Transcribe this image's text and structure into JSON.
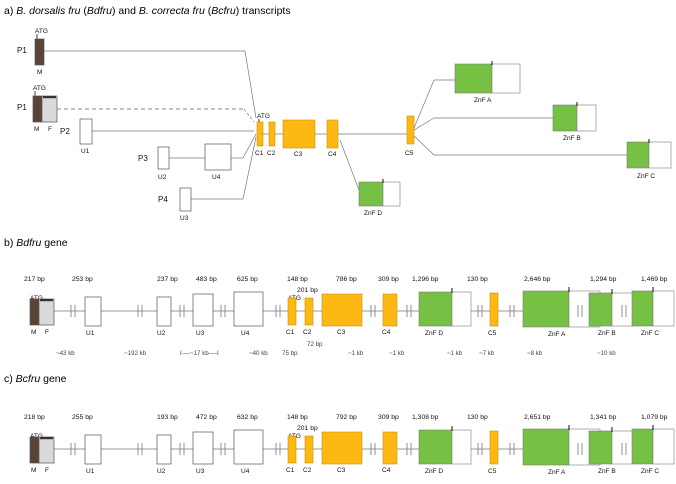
{
  "figure": {
    "panels": [
      {
        "id": "a",
        "prefix": "a)",
        "title_parts": [
          "B. dorsalis fru",
          " (",
          "Bdfru",
          ") and ",
          "B. correcta fru",
          " (",
          "Bcfru",
          ") transcripts"
        ],
        "title_plain": "a) B. dorsalis fru (Bdfru) and B. correcta fru (Bcfru) transcripts"
      },
      {
        "id": "b",
        "prefix": "b)",
        "gene": "Bdfru",
        "suffix": " gene",
        "title_plain": "b) Bdfru gene"
      },
      {
        "id": "c",
        "prefix": "c)",
        "gene": "Bcfru",
        "suffix": " gene",
        "title_plain": "c) Bcfru gene"
      }
    ]
  },
  "colors": {
    "exon_yellow": "#FDB813",
    "exon_green": "#76C043",
    "exon_white": "#FFFFFF",
    "exon_dark": "#5A4438",
    "exon_gray": "#D9D9D9",
    "line": "#6E6E6E",
    "text": "#111111"
  },
  "panel_a": {
    "promoters": [
      "P1",
      "P1",
      "P2",
      "P3",
      "P4"
    ],
    "start_codon_label": "ATG",
    "sex_labels": {
      "male": "M",
      "female": "F"
    },
    "first_exon_labels": [
      {
        "promoter": "P1",
        "atg": "ATG",
        "sublabels": [
          "M"
        ]
      },
      {
        "promoter": "P1",
        "atg": "ATG",
        "sublabels": [
          "M",
          "F"
        ]
      }
    ],
    "upstream_exons": [
      {
        "promoter": "P2",
        "label": "U1"
      },
      {
        "promoter": "P3",
        "label": "U2"
      },
      {
        "promoter": "P3",
        "label": "U4"
      },
      {
        "promoter": "P4",
        "label": "U3"
      }
    ],
    "common_exons": [
      {
        "label": "C1",
        "atg": "ATG"
      },
      {
        "label": "C2"
      },
      {
        "label": "C3"
      },
      {
        "label": "C4"
      },
      {
        "label": "C5"
      }
    ],
    "znf_exons": [
      "ZnF A",
      "ZnF B",
      "ZnF C",
      "ZnF D"
    ]
  },
  "panel_b": {
    "exons": [
      {
        "label": "MF",
        "m": "M",
        "f": "F",
        "atg": "ATG",
        "bp": "217 bp"
      },
      {
        "label": "U1",
        "bp": "253 bp"
      },
      {
        "label": "U2",
        "bp": "237 bp"
      },
      {
        "label": "U3",
        "bp": "483 bp"
      },
      {
        "label": "U4",
        "bp": "625 bp"
      },
      {
        "label": "C1",
        "bp": "148 bp",
        "atg": "ATG"
      },
      {
        "label": "C2",
        "bp": "201 bp"
      },
      {
        "label": "C3",
        "bp": "786 bp"
      },
      {
        "label": "C4",
        "bp": "309 bp"
      },
      {
        "label": "ZnF D",
        "bp": "1,296 bp"
      },
      {
        "label": "C5",
        "bp": "130 bp"
      },
      {
        "label": "ZnF A",
        "bp": "2,646 bp"
      },
      {
        "label": "ZnF B",
        "bp": "1,294 bp"
      },
      {
        "label": "ZnF C",
        "bp": "1,469 bp"
      }
    ],
    "introns": [
      "~43 kb",
      "~192 kb",
      "I----~17 kb----I",
      "~40 kb",
      "75 bp",
      "72 bp",
      "~1 kb",
      "~1 kb",
      "~1 kb",
      "~7 kb",
      "~8 kb",
      "~10 kb"
    ],
    "intron_labels_ordered": [
      {
        "text": "~43 kb"
      },
      {
        "text": "~192 kb"
      },
      {
        "text": "~17 kb",
        "bracket": true
      },
      {
        "text": "~40 kb"
      },
      {
        "text": "75 bp"
      },
      {
        "text": "72 bp"
      },
      {
        "text": "~1 kb"
      },
      {
        "text": "~1 kb"
      },
      {
        "text": "~1 kb"
      },
      {
        "text": "~7 kb"
      },
      {
        "text": "~8 kb"
      },
      {
        "text": "~10 kb"
      }
    ]
  },
  "panel_c": {
    "exons": [
      {
        "label": "MF",
        "m": "M",
        "f": "F",
        "atg": "ATG",
        "bp": "218 bp"
      },
      {
        "label": "U1",
        "bp": "255 bp"
      },
      {
        "label": "U2",
        "bp": "193 bp"
      },
      {
        "label": "U3",
        "bp": "472 bp"
      },
      {
        "label": "U4",
        "bp": "632 bp"
      },
      {
        "label": "C1",
        "bp": "148 bp",
        "atg": "ATG"
      },
      {
        "label": "C2",
        "bp": "201 bp"
      },
      {
        "label": "C3",
        "bp": "792 bp"
      },
      {
        "label": "C4",
        "bp": "309 bp"
      },
      {
        "label": "ZnF D",
        "bp": "1,308 bp"
      },
      {
        "label": "C5",
        "bp": "130 bp"
      },
      {
        "label": "ZnF A",
        "bp": "2,651 bp"
      },
      {
        "label": "ZnF B",
        "bp": "1,341 bp"
      },
      {
        "label": "ZnF C",
        "bp": "1,079 bp"
      }
    ]
  }
}
